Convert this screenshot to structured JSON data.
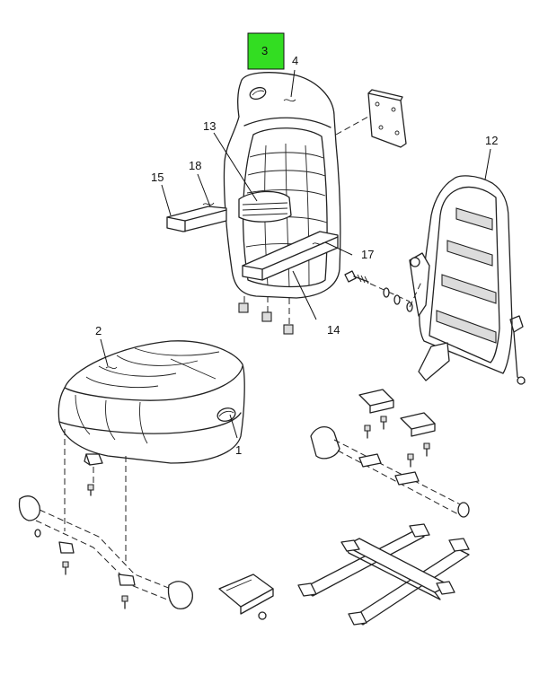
{
  "highlight_color": "#33dd22",
  "labels": {
    "l1": "1",
    "l2": "2",
    "l3": "3",
    "l4": "4",
    "l12": "12",
    "l13": "13",
    "l14": "14",
    "l15": "15",
    "l17": "17",
    "l18": "18"
  }
}
